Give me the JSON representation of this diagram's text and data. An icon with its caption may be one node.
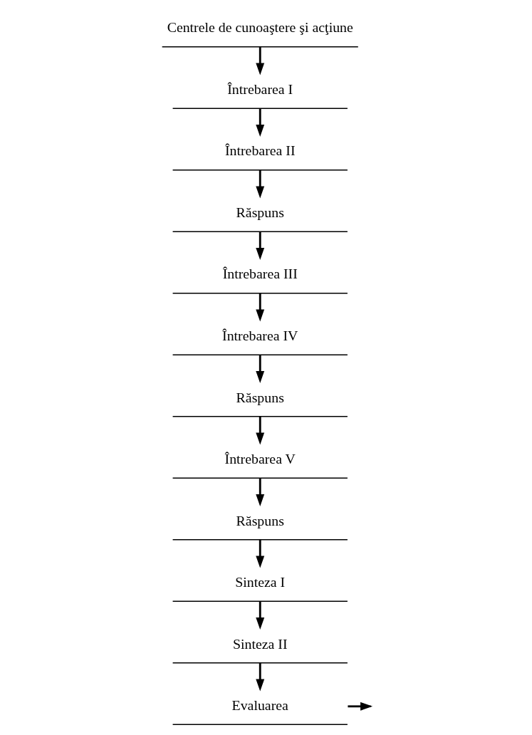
{
  "diagram": {
    "nodes": [
      {
        "text": [
          "Centrele de cunoaştere şi acţiune"
        ]
      },
      {
        "text": [
          "Întrebarea I"
        ]
      },
      {
        "text": [
          "Întrebarea II"
        ]
      },
      {
        "text": [
          "Răspuns"
        ]
      },
      {
        "text": [
          "Întrebarea III"
        ]
      },
      {
        "text": [
          "Întrebarea IV"
        ]
      },
      {
        "text": [
          "Răspuns"
        ]
      },
      {
        "text": [
          "Întrebarea V"
        ]
      },
      {
        "text": [
          "Răspuns"
        ]
      },
      {
        "text": [
          "Sinteza I"
        ]
      },
      {
        "text": [
          "Sinteza II"
        ]
      },
      {
        "text": [
          "Evaluarea"
        ]
      }
    ],
    "edges": [
      {
        "from": 0,
        "to": 1,
        "arrow": "to"
      },
      {
        "from": 1,
        "to": 2,
        "arrow": "to"
      },
      {
        "from": 2,
        "to": 3,
        "arrow": "to"
      },
      {
        "from": 3,
        "to": 4,
        "arrow": "to"
      },
      {
        "from": 4,
        "to": 5,
        "arrow": "to"
      },
      {
        "from": 5,
        "to": 6,
        "arrow": "to"
      },
      {
        "from": 6,
        "to": 7,
        "arrow": "to"
      },
      {
        "from": 7,
        "to": 8,
        "arrow": "to"
      },
      {
        "from": 8,
        "to": 9,
        "arrow": "to"
      },
      {
        "from": 9,
        "to": 10,
        "arrow": "to"
      },
      {
        "from": 10,
        "to": 11,
        "arrow": "to"
      },
      {
        "from": 11,
        "to": null,
        "arrow": "to"
      }
    ]
  }
}
